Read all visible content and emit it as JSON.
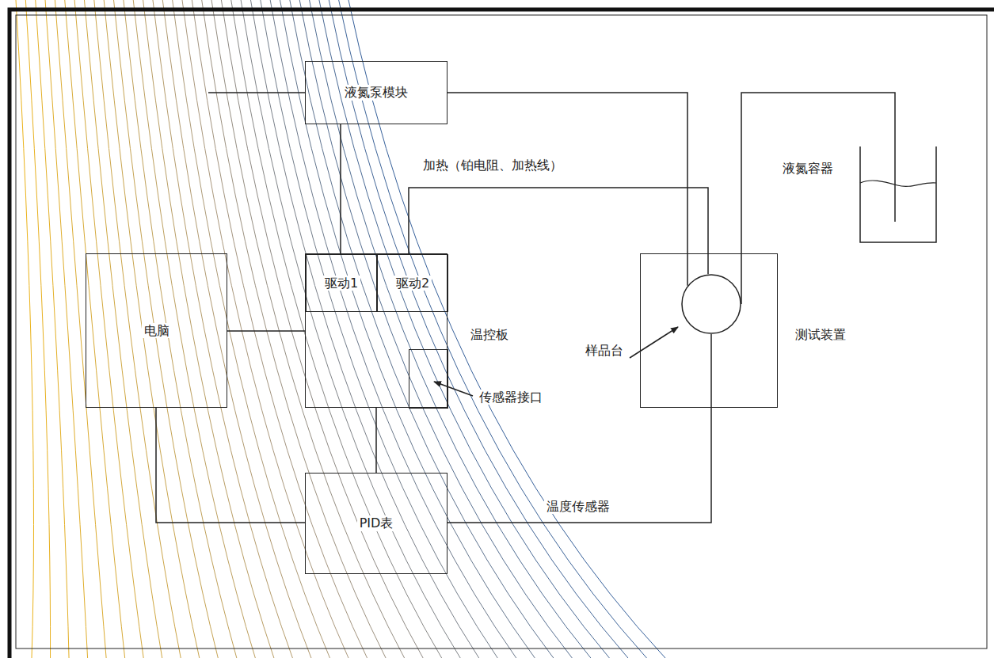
{
  "diagram": {
    "nodes": [
      {
        "text": [
          "液氮泵模块"
        ]
      },
      {
        "text": [
          "电脑"
        ]
      },
      {
        "text": [
          "温控板"
        ]
      },
      {
        "text": [
          "驱动1"
        ],
        "in": 2
      },
      {
        "text": [
          "驱动2"
        ],
        "in": 2
      },
      {
        "text": [
          "传感器接口"
        ],
        "in": 2
      },
      {
        "text": [
          "PID表"
        ]
      },
      {
        "text": [
          "测试装置"
        ]
      },
      {
        "text": [
          "样品台"
        ],
        "in": 7
      },
      {
        "text": [
          "液氮容器"
        ]
      }
    ],
    "edges": [
      {
        "from": 0,
        "to": 3,
        "arrow": "none"
      },
      {
        "from": 0,
        "to": 8,
        "arrow": "none"
      },
      {
        "from": 4,
        "to": 8,
        "label": "加热（铂电阻、加热线）",
        "arrow": "none"
      },
      {
        "from": 1,
        "to": 2,
        "arrow": "none"
      },
      {
        "from": 1,
        "to": 6,
        "arrow": "none"
      },
      {
        "from": 2,
        "to": 6,
        "arrow": "none"
      },
      {
        "from": 6,
        "to": 8,
        "label": "温度传感器",
        "arrow": "none"
      },
      {
        "from": 8,
        "to": 9,
        "arrow": "none"
      }
    ]
  }
}
